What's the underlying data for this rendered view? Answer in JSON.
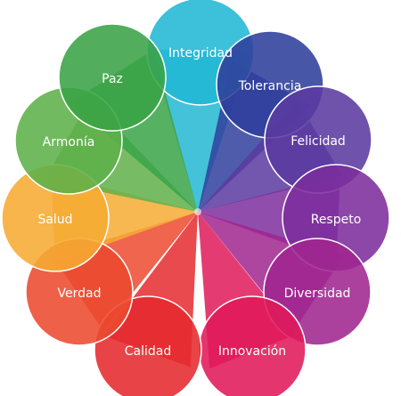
{
  "petals": [
    {
      "label": "Integridad",
      "color": "#22b7d4"
    },
    {
      "label": "Tolerancia",
      "color": "#2f3f9c"
    },
    {
      "label": "Felicidad",
      "color": "#5b3aa0"
    },
    {
      "label": "Respeto",
      "color": "#7c2e9d"
    },
    {
      "label": "Diversidad",
      "color": "#a0268f"
    },
    {
      "label": "Innovación",
      "color": "#e0195a"
    },
    {
      "label": "Calidad",
      "color": "#e52a2f"
    },
    {
      "label": "Verdad",
      "color": "#ec4a2f"
    },
    {
      "label": "Salud",
      "color": "#f6ab32"
    },
    {
      "label": "Armonía",
      "color": "#5fb04a"
    },
    {
      "label": "Paz",
      "color": "#3aa346"
    }
  ]
}
